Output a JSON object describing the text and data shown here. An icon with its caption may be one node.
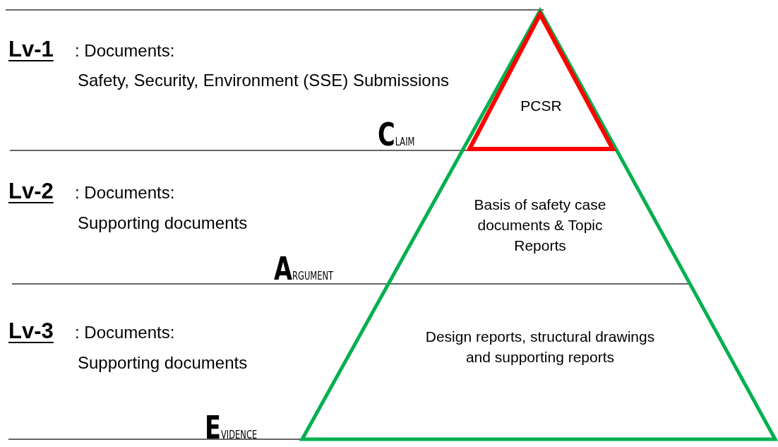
{
  "diagram": {
    "nodes": [
      {
        "text": [],
        "shape": "triangle"
      },
      {
        "text": [
          "PCSR"
        ],
        "in": 0
      },
      {
        "text": [
          "Basis of safety case documents & Topic Reports"
        ],
        "in": 0
      },
      {
        "text": [
          "Design reports, structural drawings and supporting reports"
        ],
        "in": 0
      }
    ],
    "labels": [
      "Lv-1",
      ": Documents:",
      "Safety, Security, Environment (SSE) Submissions",
      "CLAIM",
      "Lv-2",
      ": Documents:",
      "Supporting documents",
      "ARGUMENT",
      "Lv-3",
      ": Documents:",
      "Supporting documents",
      "EVIDENCE"
    ]
  }
}
